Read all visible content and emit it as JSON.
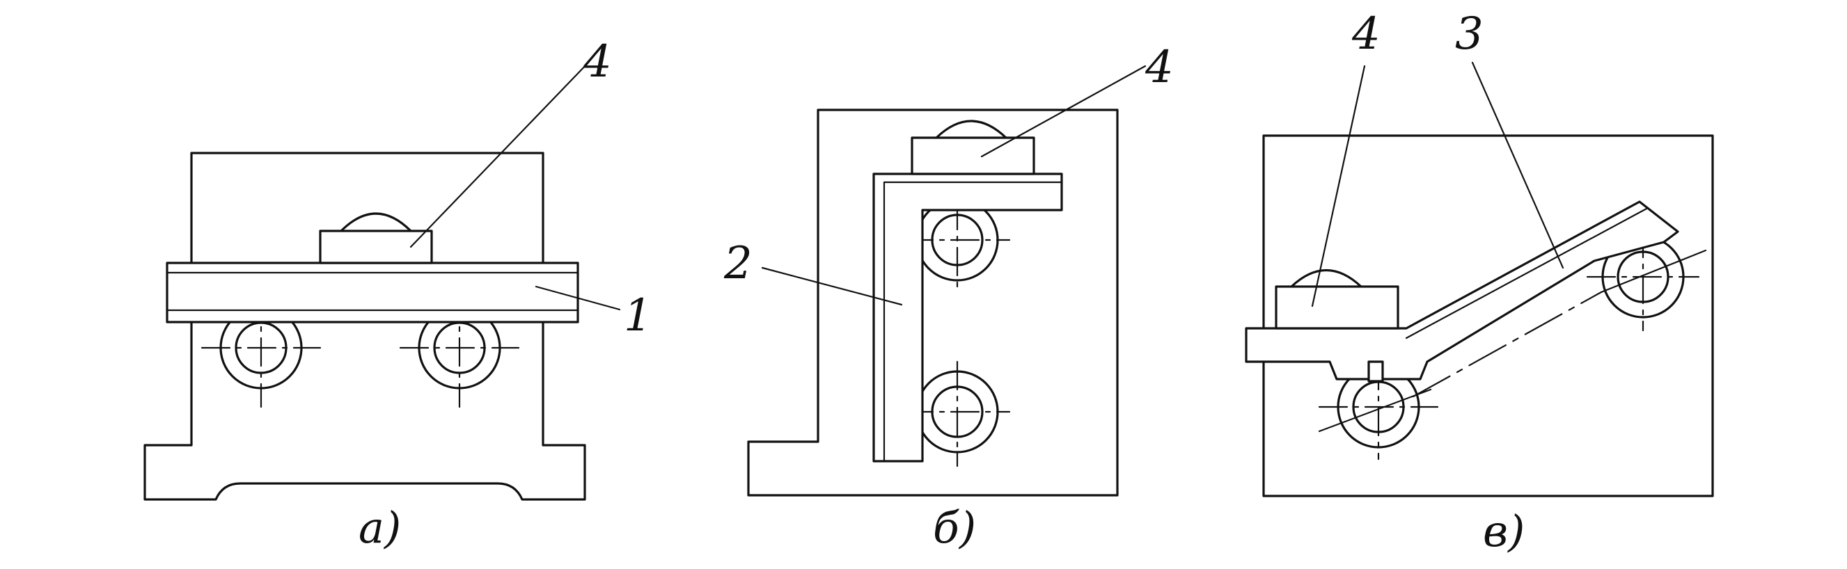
{
  "figures": [
    {
      "id": "a",
      "caption": "а)",
      "labels": [
        "4",
        "1"
      ]
    },
    {
      "id": "b",
      "caption": "б)",
      "labels": [
        "4",
        "2"
      ]
    },
    {
      "id": "c",
      "caption": "в)",
      "labels": [
        "4",
        "3"
      ]
    }
  ],
  "colors": {
    "ink": "#111111",
    "paper": "#ffffff"
  }
}
